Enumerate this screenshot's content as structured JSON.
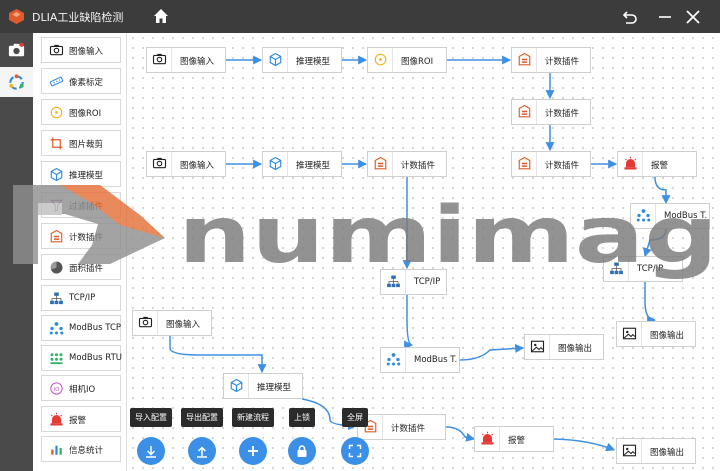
{
  "app": {
    "title": "DLIA工业缺陷检测"
  },
  "palette": [
    {
      "label": "图像输入",
      "icon": "camera-icon"
    },
    {
      "label": "像素标定",
      "icon": "ruler-icon"
    },
    {
      "label": "图像ROI",
      "icon": "roi-icon"
    },
    {
      "label": "图片裁剪",
      "icon": "crop-icon"
    },
    {
      "label": "推理模型",
      "icon": "cube-icon"
    },
    {
      "label": "过滤插件",
      "icon": "filter-icon"
    },
    {
      "label": "计数插件",
      "icon": "counter-icon"
    },
    {
      "label": "面积插件",
      "icon": "area-icon"
    },
    {
      "label": "TCP/IP",
      "icon": "network-icon"
    },
    {
      "label": "ModBus TCP",
      "icon": "modbus-tcp-icon"
    },
    {
      "label": "ModBus RTU",
      "icon": "modbus-rtu-icon"
    },
    {
      "label": "相机IO",
      "icon": "camera-io-icon"
    },
    {
      "label": "报警",
      "icon": "alarm-icon"
    },
    {
      "label": "信息统计",
      "icon": "stats-icon"
    }
  ],
  "nodes": [
    {
      "label": "图像输入",
      "icon": "camera-icon"
    },
    {
      "label": "推理模型",
      "icon": "cube-icon"
    },
    {
      "label": "图像ROI",
      "icon": "roi-icon"
    },
    {
      "label": "计数插件",
      "icon": "counter-icon"
    },
    {
      "label": "计数插件",
      "icon": "counter-icon"
    },
    {
      "label": "图像输入",
      "icon": "camera-icon"
    },
    {
      "label": "推理模型",
      "icon": "cube-icon"
    },
    {
      "label": "计数插件",
      "icon": "counter-icon"
    },
    {
      "label": "计数插件",
      "icon": "counter-icon"
    },
    {
      "label": "报警",
      "icon": "alarm-icon"
    },
    {
      "label": "ModBus T...",
      "icon": "modbus-tcp-icon"
    },
    {
      "label": "TCP/IP",
      "icon": "network-icon"
    },
    {
      "label": "TCP/IP",
      "icon": "network-icon"
    },
    {
      "label": "图像输出",
      "icon": "image-icon"
    },
    {
      "label": "ModBus T...",
      "icon": "modbus-tcp-icon"
    },
    {
      "label": "图像输出",
      "icon": "image-icon"
    },
    {
      "label": "图像输入",
      "icon": "camera-icon"
    },
    {
      "label": "推理模型",
      "icon": "cube-icon"
    },
    {
      "label": "计数插件",
      "icon": "counter-icon"
    },
    {
      "label": "报警",
      "icon": "alarm-icon"
    },
    {
      "label": "图像输出",
      "icon": "image-icon"
    }
  ],
  "toolbar": [
    {
      "label": "导入配置",
      "icon": "import-icon"
    },
    {
      "label": "导出配置",
      "icon": "export-icon"
    },
    {
      "label": "新建流程",
      "icon": "plus-icon"
    },
    {
      "label": "上锁",
      "icon": "lock-icon"
    },
    {
      "label": "全屏",
      "icon": "fullscreen-icon"
    }
  ],
  "watermark": {
    "text": "numimag"
  },
  "colors": {
    "accent": "#3b8fe6",
    "wire": "#3f8fe2",
    "titlebar": "#3c3c3c",
    "logo": "#e05a2b",
    "alarm": "#e53935"
  }
}
